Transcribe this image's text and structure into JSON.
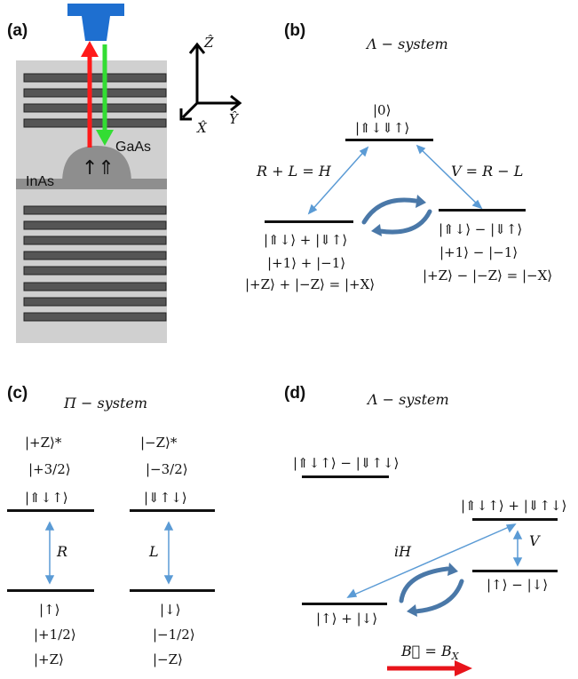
{
  "panel_a": {
    "label": "(a)",
    "gaas": "GaAs",
    "inas": "InAs",
    "spin": "↑⇑",
    "axes": {
      "z": "Ẑ",
      "x": "X̂",
      "y": "Ŷ"
    },
    "colors": {
      "excite": "#ff1a1a",
      "detect": "#33dd33",
      "objective": "#1e6fd0"
    }
  },
  "panel_b": {
    "label": "(b)",
    "title": "Λ − system",
    "top": [
      "|0⟩",
      "|⇑↓⇓↑⟩"
    ],
    "left": [
      "|⇑↓⟩ + |⇓↑⟩",
      "|+1⟩ + |−1⟩",
      "|+Z⟩ + |−Z⟩ = |+X⟩"
    ],
    "right": [
      "|⇑↓⟩ − |⇓↑⟩",
      "|+1⟩ − |−1⟩",
      "|+Z⟩ − |−Z⟩ = |−X⟩"
    ],
    "h_label": "R + L = H",
    "v_label": "V = R − L"
  },
  "panel_c": {
    "label": "(c)",
    "title": "Π − system",
    "left_top": [
      "|+Z⟩*",
      "|+3/2⟩",
      "|⇑↓↑⟩"
    ],
    "right_top": [
      "|−Z⟩*",
      "|−3/2⟩",
      "|⇓↑↓⟩"
    ],
    "left_bottom": [
      "|↑⟩",
      "|+1/2⟩",
      "|+Z⟩"
    ],
    "right_bottom": [
      "|↓⟩",
      "|−1/2⟩",
      "|−Z⟩"
    ],
    "r_label": "R",
    "l_label": "L"
  },
  "panel_d": {
    "label": "(d)",
    "title": "Λ − system",
    "upper_left": "|⇑↓↑⟩ − |⇓↑↓⟩",
    "upper_right": "|⇑↓↑⟩ + |⇓↑↓⟩",
    "lower_right": "|↑⟩ − |↓⟩",
    "lower_left": "|↑⟩ + |↓⟩",
    "ih_label": "iH",
    "v_label": "V",
    "field_label": "B⃗ = B",
    "field_sub": "X",
    "field_color": "#e8141b"
  }
}
